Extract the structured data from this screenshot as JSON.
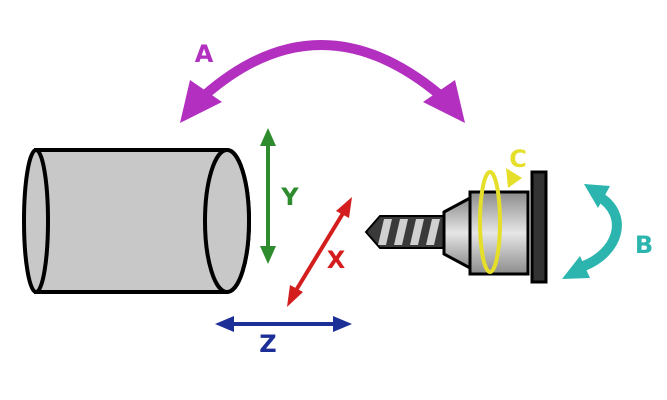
{
  "labels": {
    "a": "A",
    "b": "B",
    "c": "C",
    "x": "X",
    "y": "Y",
    "z": "Z"
  },
  "colors": {
    "a": "#b22fc0",
    "b": "#2bb5ae",
    "c": "#e6df2a",
    "x": "#d41e1e",
    "y": "#2e8b2e",
    "z": "#1c2f96",
    "cylinder_fill": "#c8c8c8",
    "outline": "#000000"
  }
}
